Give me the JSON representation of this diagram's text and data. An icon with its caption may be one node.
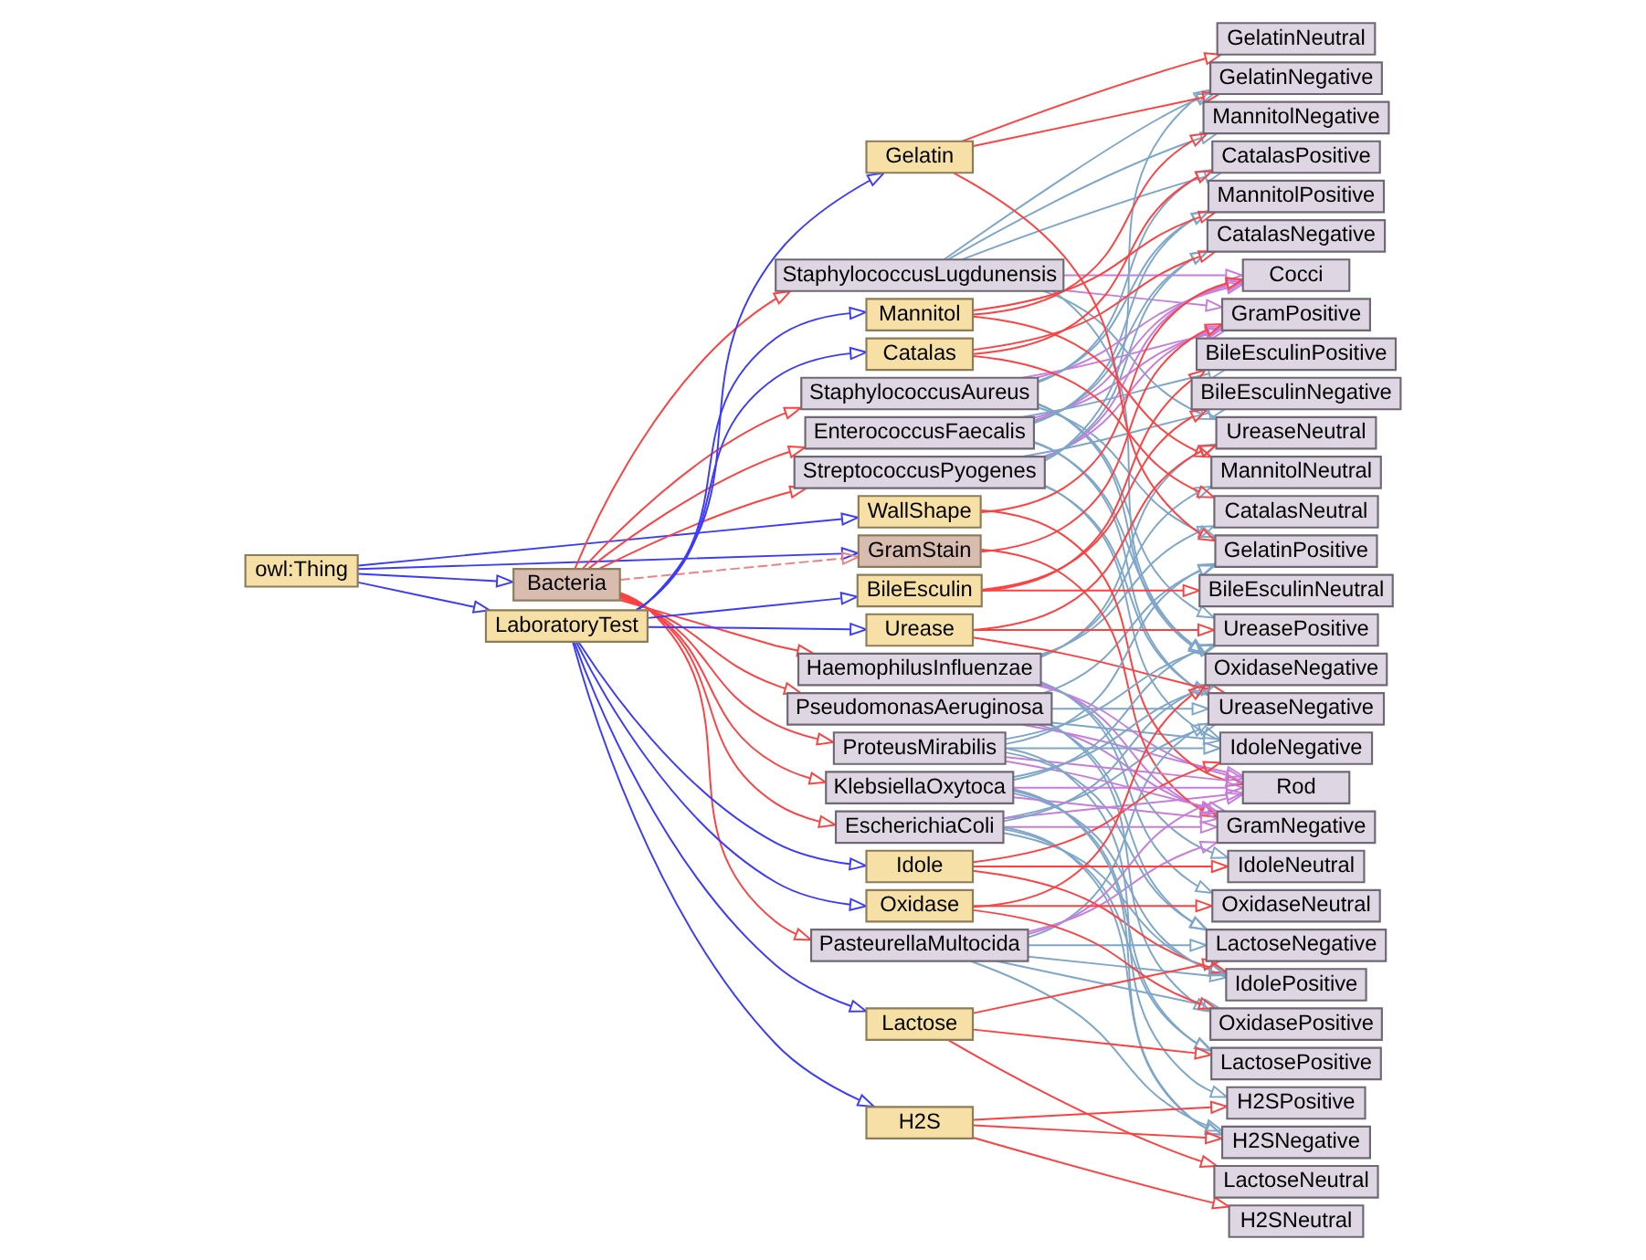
{
  "diagram": {
    "nodes": [
      {
        "text": [
          "Cocci"
        ]
      },
      {
        "text": [
          "GramPositive"
        ]
      },
      {
        "text": [
          "StaphylococcusLugdunensis"
        ]
      },
      {
        "text": [
          "EnterococcusFaecalis"
        ]
      },
      {
        "text": [
          "EscherichiaColi"
        ]
      },
      {
        "text": [
          "StaphylococcusAureus"
        ]
      },
      {
        "text": [
          "PseudomonasAeruginosa"
        ]
      },
      {
        "text": [
          "HaemophilusInfluenzae"
        ]
      },
      {
        "text": [
          "StreptococcusPyogenes"
        ]
      },
      {
        "text": [
          "WallShape"
        ]
      },
      {
        "text": [
          "GramStain"
        ]
      },
      {
        "text": [
          "PasteurellaMultocida"
        ]
      },
      {
        "text": [
          "owl:Thing"
        ]
      },
      {
        "text": [
          "Urease"
        ]
      },
      {
        "text": [
          "UreaseNegative"
        ]
      },
      {
        "text": [
          "UreasePositive"
        ]
      },
      {
        "text": [
          "UreaseNeutral"
        ]
      },
      {
        "text": [
          "ProteusMirabilis"
        ]
      },
      {
        "text": [
          "Idole"
        ]
      },
      {
        "text": [
          "IdolePositive"
        ]
      },
      {
        "text": [
          "IdoleNeutral"
        ]
      },
      {
        "text": [
          "Bacteria"
        ]
      },
      {
        "text": [
          "IdoleNegative"
        ]
      },
      {
        "text": [
          "Mannitol"
        ]
      },
      {
        "text": [
          "LaboratoryTest"
        ]
      },
      {
        "text": [
          "GramNegative"
        ]
      },
      {
        "text": [
          "KlebsiellaOxytoca"
        ]
      },
      {
        "text": [
          "MannitolPositive"
        ]
      },
      {
        "text": [
          "Oxidase"
        ]
      },
      {
        "text": [
          "MannitolNegative"
        ]
      },
      {
        "text": [
          "MannitolNeutral"
        ]
      },
      {
        "text": [
          "H2S"
        ]
      },
      {
        "text": [
          "OxidasePositive"
        ]
      },
      {
        "text": [
          "Rod"
        ]
      },
      {
        "text": [
          "BileEsculin"
        ]
      },
      {
        "text": [
          "OxidaseNeutral"
        ]
      },
      {
        "text": [
          "Lactose"
        ]
      },
      {
        "text": [
          "Gelatin"
        ]
      },
      {
        "text": [
          "Catalas"
        ]
      },
      {
        "text": [
          "OxidaseNegative"
        ]
      },
      {
        "text": [
          "H2SNeutral"
        ]
      },
      {
        "text": [
          "H2SPositive"
        ]
      },
      {
        "text": [
          "H2SNegative"
        ]
      },
      {
        "text": [
          "BileEsculinNegative"
        ]
      },
      {
        "text": [
          "BileEsculinNeutral"
        ]
      },
      {
        "text": [
          "BileEsculinPositive"
        ]
      },
      {
        "text": [
          "LactoseNeutral"
        ]
      },
      {
        "text": [
          "LactosePositive"
        ]
      },
      {
        "text": [
          "LactoseNegative"
        ]
      },
      {
        "text": [
          "GelatinPositive"
        ]
      },
      {
        "text": [
          "GelatinNegative"
        ]
      },
      {
        "text": [
          "GelatinNeutral"
        ]
      },
      {
        "text": [
          "CatalasPositive"
        ]
      },
      {
        "text": [
          "CatalasNeutral"
        ]
      },
      {
        "text": [
          "CatalasNegative"
        ]
      }
    ],
    "edges": [
      {
        "from": 12,
        "to": 21,
        "arrow": "to",
        "color": "#3b3bff"
      },
      {
        "from": 12,
        "to": 9,
        "arrow": "to",
        "color": "#3b3bff"
      },
      {
        "from": 12,
        "to": 10,
        "arrow": "to",
        "color": "#3b3bff"
      },
      {
        "from": 12,
        "to": 24,
        "arrow": "to",
        "color": "#3b3bff"
      },
      {
        "from": 24,
        "to": 13,
        "arrow": "to",
        "color": "#3b3bff"
      },
      {
        "from": 24,
        "to": 18,
        "arrow": "to",
        "color": "#3b3bff"
      },
      {
        "from": 24,
        "to": 23,
        "arrow": "to",
        "color": "#3b3bff"
      },
      {
        "from": 24,
        "to": 28,
        "arrow": "to",
        "color": "#3b3bff"
      },
      {
        "from": 24,
        "to": 31,
        "arrow": "to",
        "color": "#3b3bff"
      },
      {
        "from": 24,
        "to": 34,
        "arrow": "to",
        "color": "#3b3bff"
      },
      {
        "from": 24,
        "to": 36,
        "arrow": "to",
        "color": "#3b3bff"
      },
      {
        "from": 24,
        "to": 37,
        "arrow": "to",
        "color": "#3b3bff"
      },
      {
        "from": 24,
        "to": 38,
        "arrow": "to",
        "color": "#3b3bff"
      },
      {
        "from": 21,
        "to": 2,
        "arrow": "to",
        "color": "#ff4040"
      },
      {
        "from": 21,
        "to": 3,
        "arrow": "to",
        "color": "#ff4040"
      },
      {
        "from": 21,
        "to": 4,
        "arrow": "to",
        "color": "#ff4040"
      },
      {
        "from": 21,
        "to": 5,
        "arrow": "to",
        "color": "#ff4040"
      },
      {
        "from": 21,
        "to": 6,
        "arrow": "to",
        "color": "#ff4040"
      },
      {
        "from": 21,
        "to": 7,
        "arrow": "to",
        "color": "#ff4040"
      },
      {
        "from": 21,
        "to": 8,
        "arrow": "to",
        "color": "#ff4040"
      },
      {
        "from": 21,
        "to": 11,
        "arrow": "to",
        "color": "#ff4040"
      },
      {
        "from": 21,
        "to": 17,
        "arrow": "to",
        "color": "#ff4040"
      },
      {
        "from": 21,
        "to": 26,
        "arrow": "to",
        "color": "#ff4040"
      },
      {
        "from": 9,
        "to": 0,
        "arrow": "to",
        "color": "#ff4040"
      },
      {
        "from": 9,
        "to": 33,
        "arrow": "to",
        "color": "#ff4040"
      },
      {
        "from": 10,
        "to": 1,
        "arrow": "to",
        "color": "#ff4040"
      },
      {
        "from": 10,
        "to": 25,
        "arrow": "to",
        "color": "#ff4040"
      },
      {
        "from": 13,
        "to": 14,
        "arrow": "to",
        "color": "#ff4040"
      },
      {
        "from": 13,
        "to": 15,
        "arrow": "to",
        "color": "#ff4040"
      },
      {
        "from": 13,
        "to": 16,
        "arrow": "to",
        "color": "#ff4040"
      },
      {
        "from": 18,
        "to": 19,
        "arrow": "to",
        "color": "#ff4040"
      },
      {
        "from": 18,
        "to": 20,
        "arrow": "to",
        "color": "#ff4040"
      },
      {
        "from": 18,
        "to": 22,
        "arrow": "to",
        "color": "#ff4040"
      },
      {
        "from": 23,
        "to": 27,
        "arrow": "to",
        "color": "#ff4040"
      },
      {
        "from": 23,
        "to": 29,
        "arrow": "to",
        "color": "#ff4040"
      },
      {
        "from": 23,
        "to": 30,
        "arrow": "to",
        "color": "#ff4040"
      },
      {
        "from": 28,
        "to": 32,
        "arrow": "to",
        "color": "#ff4040"
      },
      {
        "from": 28,
        "to": 35,
        "arrow": "to",
        "color": "#ff4040"
      },
      {
        "from": 28,
        "to": 39,
        "arrow": "to",
        "color": "#ff4040"
      },
      {
        "from": 31,
        "to": 40,
        "arrow": "to",
        "color": "#ff4040"
      },
      {
        "from": 31,
        "to": 41,
        "arrow": "to",
        "color": "#ff4040"
      },
      {
        "from": 31,
        "to": 42,
        "arrow": "to",
        "color": "#ff4040"
      },
      {
        "from": 34,
        "to": 43,
        "arrow": "to",
        "color": "#ff4040"
      },
      {
        "from": 34,
        "to": 44,
        "arrow": "to",
        "color": "#ff4040"
      },
      {
        "from": 34,
        "to": 45,
        "arrow": "to",
        "color": "#ff4040"
      },
      {
        "from": 36,
        "to": 46,
        "arrow": "to",
        "color": "#ff4040"
      },
      {
        "from": 36,
        "to": 47,
        "arrow": "to",
        "color": "#ff4040"
      },
      {
        "from": 36,
        "to": 48,
        "arrow": "to",
        "color": "#ff4040"
      },
      {
        "from": 37,
        "to": 49,
        "arrow": "to",
        "color": "#ff4040"
      },
      {
        "from": 37,
        "to": 50,
        "arrow": "to",
        "color": "#ff4040"
      },
      {
        "from": 37,
        "to": 51,
        "arrow": "to",
        "color": "#ff4040"
      },
      {
        "from": 38,
        "to": 52,
        "arrow": "to",
        "color": "#ff4040"
      },
      {
        "from": 38,
        "to": 53,
        "arrow": "to",
        "color": "#ff4040"
      },
      {
        "from": 38,
        "to": 54,
        "arrow": "to",
        "color": "#ff4040"
      },
      {
        "from": 2,
        "to": 1,
        "arrow": "to",
        "color": "#c77ddb"
      },
      {
        "from": 2,
        "to": 0,
        "arrow": "to",
        "color": "#c77ddb"
      },
      {
        "from": 3,
        "to": 1,
        "arrow": "to",
        "color": "#c77ddb"
      },
      {
        "from": 3,
        "to": 0,
        "arrow": "to",
        "color": "#c77ddb"
      },
      {
        "from": 5,
        "to": 1,
        "arrow": "to",
        "color": "#c77ddb"
      },
      {
        "from": 5,
        "to": 0,
        "arrow": "to",
        "color": "#c77ddb"
      },
      {
        "from": 8,
        "to": 1,
        "arrow": "to",
        "color": "#c77ddb"
      },
      {
        "from": 8,
        "to": 0,
        "arrow": "to",
        "color": "#c77ddb"
      },
      {
        "from": 4,
        "to": 25,
        "arrow": "to",
        "color": "#c77ddb"
      },
      {
        "from": 4,
        "to": 33,
        "arrow": "to",
        "color": "#c77ddb"
      },
      {
        "from": 6,
        "to": 25,
        "arrow": "to",
        "color": "#c77ddb"
      },
      {
        "from": 6,
        "to": 33,
        "arrow": "to",
        "color": "#c77ddb"
      },
      {
        "from": 7,
        "to": 25,
        "arrow": "to",
        "color": "#c77ddb"
      },
      {
        "from": 7,
        "to": 33,
        "arrow": "to",
        "color": "#c77ddb"
      },
      {
        "from": 11,
        "to": 25,
        "arrow": "to",
        "color": "#c77ddb"
      },
      {
        "from": 11,
        "to": 33,
        "arrow": "to",
        "color": "#c77ddb"
      },
      {
        "from": 17,
        "to": 25,
        "arrow": "to",
        "color": "#c77ddb"
      },
      {
        "from": 17,
        "to": 33,
        "arrow": "to",
        "color": "#c77ddb"
      },
      {
        "from": 26,
        "to": 25,
        "arrow": "to",
        "color": "#c77ddb"
      },
      {
        "from": 26,
        "to": 33,
        "arrow": "to",
        "color": "#c77ddb"
      },
      {
        "from": 2,
        "to": 52,
        "arrow": "to"
      },
      {
        "from": 2,
        "to": 29,
        "arrow": "to"
      },
      {
        "from": 2,
        "to": 39,
        "arrow": "to"
      },
      {
        "from": 2,
        "to": 16,
        "arrow": "to"
      },
      {
        "from": 2,
        "to": 50,
        "arrow": "to"
      },
      {
        "from": 3,
        "to": 54,
        "arrow": "to"
      },
      {
        "from": 3,
        "to": 45,
        "arrow": "to"
      },
      {
        "from": 3,
        "to": 27,
        "arrow": "to"
      },
      {
        "from": 3,
        "to": 14,
        "arrow": "to"
      },
      {
        "from": 3,
        "to": 39,
        "arrow": "to"
      },
      {
        "from": 4,
        "to": 19,
        "arrow": "to"
      },
      {
        "from": 4,
        "to": 47,
        "arrow": "to"
      },
      {
        "from": 4,
        "to": 39,
        "arrow": "to"
      },
      {
        "from": 4,
        "to": 14,
        "arrow": "to"
      },
      {
        "from": 4,
        "to": 42,
        "arrow": "to"
      },
      {
        "from": 5,
        "to": 52,
        "arrow": "to"
      },
      {
        "from": 5,
        "to": 27,
        "arrow": "to"
      },
      {
        "from": 5,
        "to": 49,
        "arrow": "to"
      },
      {
        "from": 5,
        "to": 15,
        "arrow": "to"
      },
      {
        "from": 5,
        "to": 39,
        "arrow": "to"
      },
      {
        "from": 6,
        "to": 32,
        "arrow": "to"
      },
      {
        "from": 6,
        "to": 48,
        "arrow": "to"
      },
      {
        "from": 6,
        "to": 49,
        "arrow": "to"
      },
      {
        "from": 6,
        "to": 14,
        "arrow": "to"
      },
      {
        "from": 6,
        "to": 22,
        "arrow": "to"
      },
      {
        "from": 7,
        "to": 20,
        "arrow": "to"
      },
      {
        "from": 7,
        "to": 16,
        "arrow": "to"
      },
      {
        "from": 7,
        "to": 53,
        "arrow": "to"
      },
      {
        "from": 7,
        "to": 35,
        "arrow": "to"
      },
      {
        "from": 7,
        "to": 30,
        "arrow": "to"
      },
      {
        "from": 8,
        "to": 54,
        "arrow": "to"
      },
      {
        "from": 8,
        "to": 43,
        "arrow": "to"
      },
      {
        "from": 8,
        "to": 14,
        "arrow": "to"
      },
      {
        "from": 8,
        "to": 22,
        "arrow": "to"
      },
      {
        "from": 8,
        "to": 50,
        "arrow": "to"
      },
      {
        "from": 11,
        "to": 32,
        "arrow": "to"
      },
      {
        "from": 11,
        "to": 19,
        "arrow": "to"
      },
      {
        "from": 11,
        "to": 14,
        "arrow": "to"
      },
      {
        "from": 11,
        "to": 48,
        "arrow": "to"
      },
      {
        "from": 11,
        "to": 42,
        "arrow": "to"
      },
      {
        "from": 17,
        "to": 15,
        "arrow": "to"
      },
      {
        "from": 17,
        "to": 41,
        "arrow": "to"
      },
      {
        "from": 17,
        "to": 22,
        "arrow": "to"
      },
      {
        "from": 17,
        "to": 48,
        "arrow": "to"
      },
      {
        "from": 17,
        "to": 49,
        "arrow": "to"
      },
      {
        "from": 26,
        "to": 19,
        "arrow": "to"
      },
      {
        "from": 26,
        "to": 47,
        "arrow": "to"
      },
      {
        "from": 26,
        "to": 15,
        "arrow": "to"
      },
      {
        "from": 26,
        "to": 42,
        "arrow": "to"
      },
      {
        "from": 26,
        "to": 39,
        "arrow": "to"
      },
      {
        "from": 21,
        "to": 10,
        "arrow": "to",
        "style": "dashed",
        "color": "#f08080"
      }
    ]
  }
}
